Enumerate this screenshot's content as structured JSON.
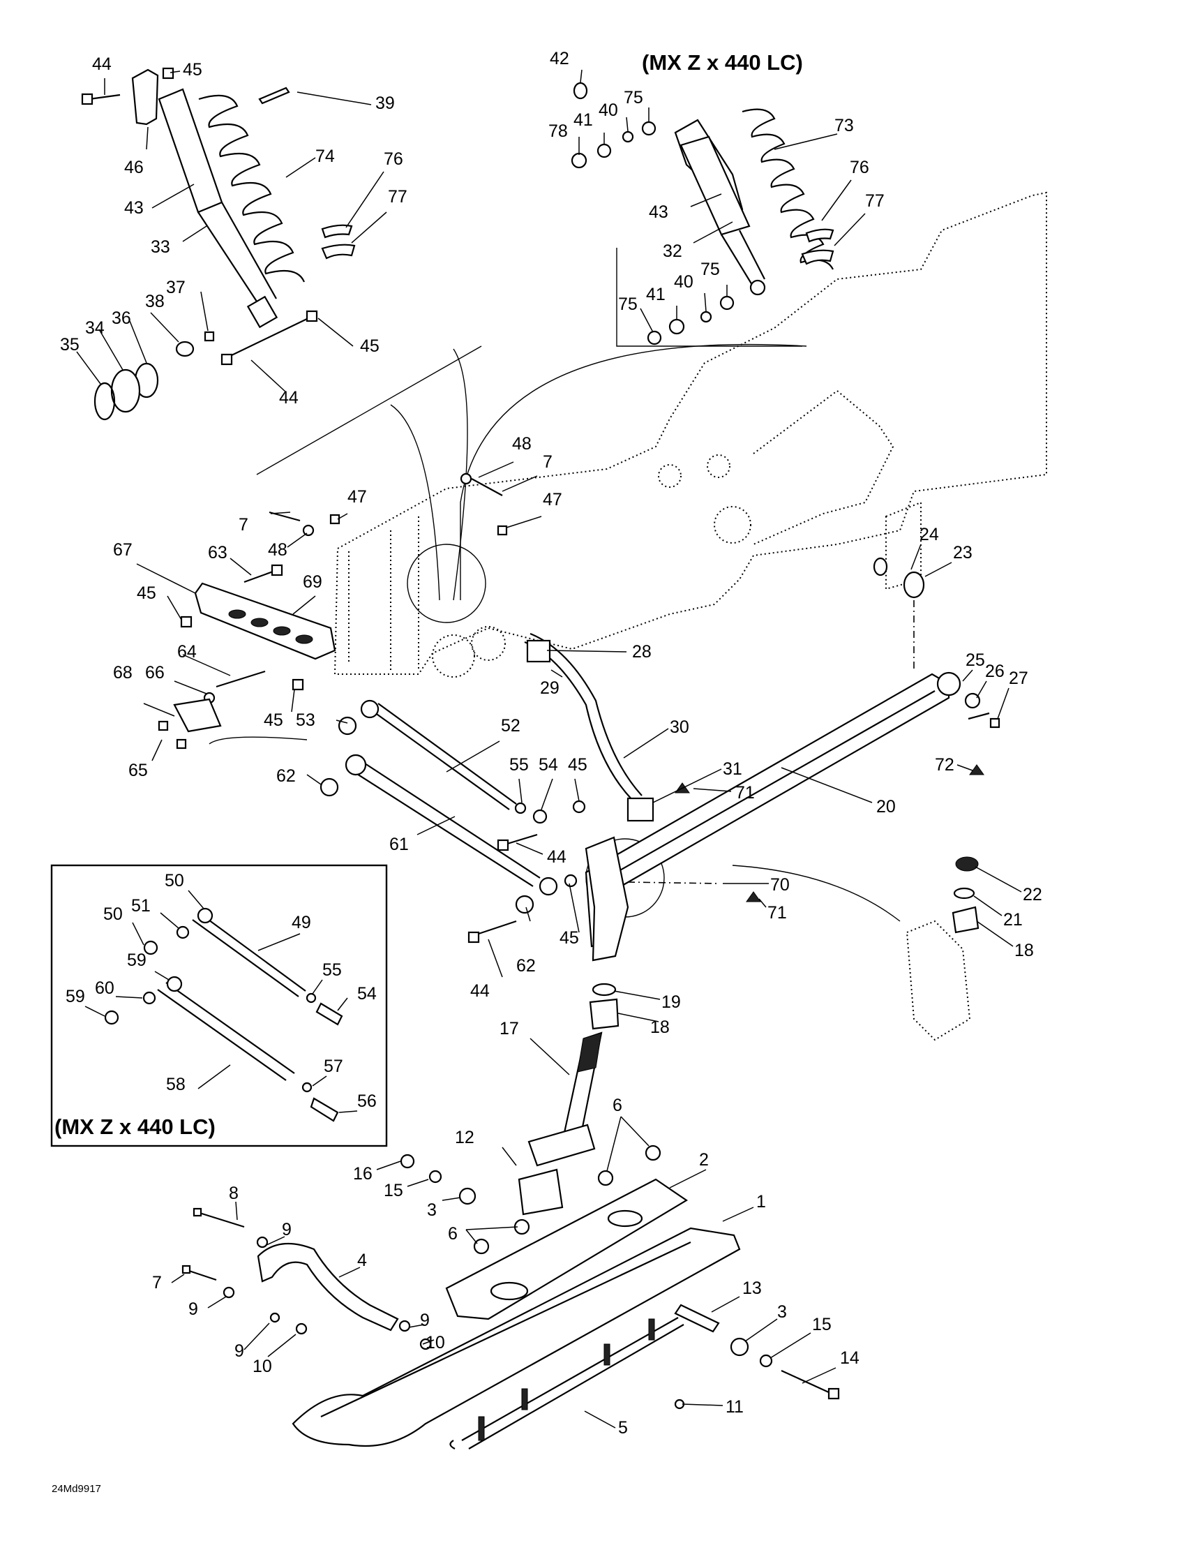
{
  "diagram_code": "24Md9917",
  "variant_labels": {
    "top_right": "(MX Z x 440 LC)",
    "inset_box": "(MX Z x 440 LC)"
  },
  "callouts": [
    "44",
    "45",
    "39",
    "74",
    "46",
    "43",
    "33",
    "76",
    "77",
    "38",
    "37",
    "36",
    "34",
    "35",
    "45",
    "44",
    "42",
    "78",
    "41",
    "40",
    "75",
    "73",
    "76",
    "43",
    "77",
    "32",
    "75",
    "41",
    "40",
    "75",
    "48",
    "7",
    "47",
    "7",
    "47",
    "48",
    "67",
    "63",
    "69",
    "45",
    "64",
    "66",
    "68",
    "45",
    "53",
    "52",
    "28",
    "29",
    "30",
    "31",
    "71",
    "55",
    "54",
    "45",
    "62",
    "61",
    "44",
    "65",
    "24",
    "23",
    "25",
    "26",
    "27",
    "72",
    "20",
    "70",
    "71",
    "22",
    "21",
    "18",
    "50",
    "51",
    "50",
    "49",
    "59",
    "60",
    "59",
    "55",
    "54",
    "58",
    "57",
    "56",
    "45",
    "44",
    "62",
    "19",
    "18",
    "17",
    "6",
    "2",
    "1",
    "12",
    "16",
    "15",
    "3",
    "6",
    "8",
    "9",
    "4",
    "7",
    "9",
    "9",
    "10",
    "9",
    "10",
    "13",
    "3",
    "15",
    "14",
    "11",
    "5"
  ]
}
